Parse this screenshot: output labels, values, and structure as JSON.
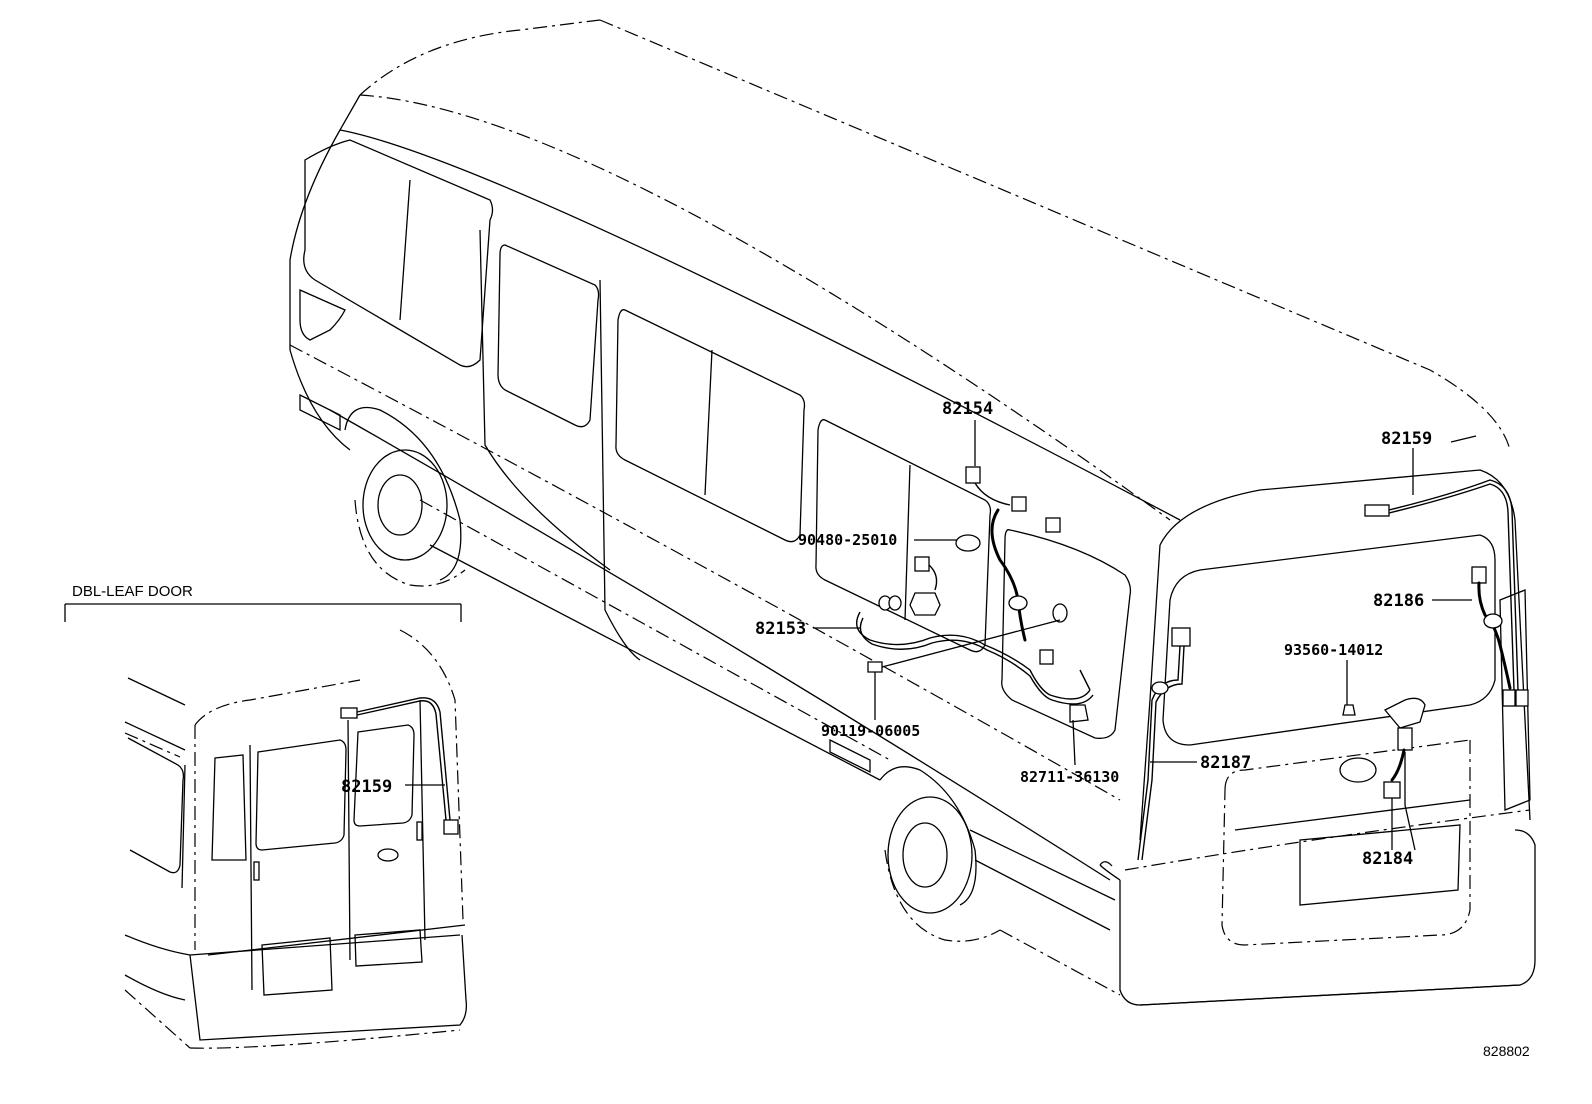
{
  "inset": {
    "title": "DBL-LEAF DOOR",
    "part_label": "82159"
  },
  "labels": {
    "p82154": "82154",
    "p82159": "82159",
    "p90480": "90480-25010",
    "p82153": "82153",
    "p82186": "82186",
    "p93560": "93560-14012",
    "p90119": "90119-06005",
    "p82711": "82711-36130",
    "p82187": "82187",
    "p82184": "82184"
  },
  "diagram_id": "828802"
}
